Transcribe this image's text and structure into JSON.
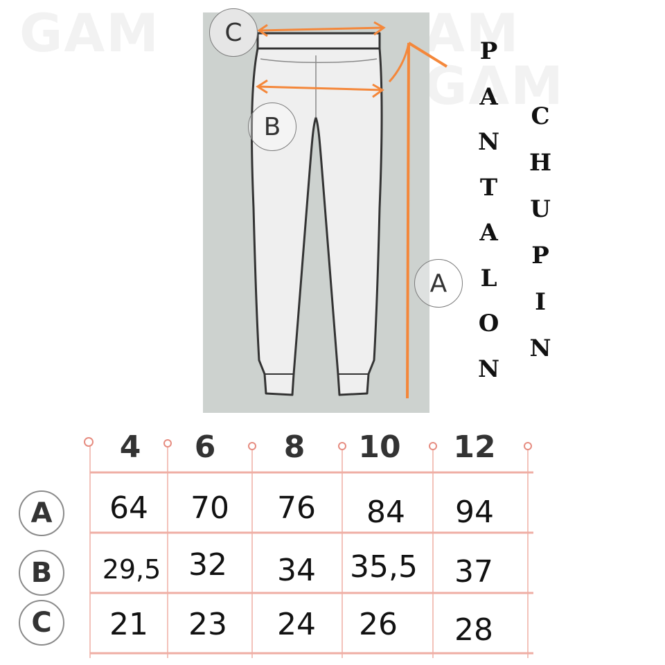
{
  "watermark": {
    "left": "GAM",
    "right": "AM GAM"
  },
  "labels": {
    "c": "C",
    "b": "B",
    "a": "A"
  },
  "product_word_1": [
    "P",
    "A",
    "N",
    "T",
    "A",
    "L",
    "O",
    "N"
  ],
  "product_word_2": [
    "C",
    "H",
    "U",
    "P",
    "I",
    "N"
  ],
  "colors": {
    "accent": "#f4873a",
    "grid": "#efaea4",
    "panel": "#cdd2cf"
  },
  "size_table": {
    "sizes": [
      "4",
      "6",
      "8",
      "10",
      "12"
    ],
    "rows": [
      {
        "label": "A",
        "values": [
          "64",
          "70",
          "76",
          "84",
          "94"
        ]
      },
      {
        "label": "B",
        "values": [
          "29,5",
          "32",
          "34",
          "35,5",
          "37"
        ]
      },
      {
        "label": "C",
        "values": [
          "21",
          "23",
          "24",
          "26",
          "28"
        ]
      }
    ]
  }
}
